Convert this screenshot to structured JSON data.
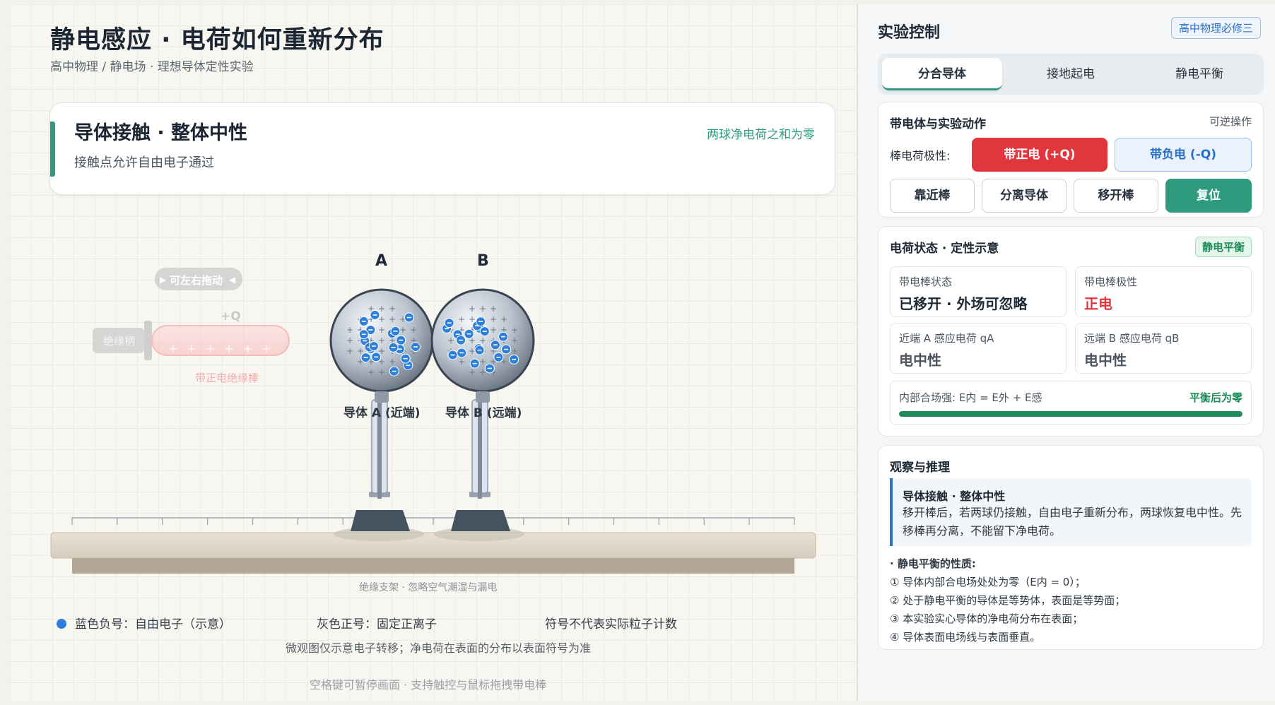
{
  "header": {
    "title": "静电感应 · 电荷如何重新分布",
    "breadcrumb": "高中物理 / 静电场 · 理想导体定性实验"
  },
  "stage": {
    "title": "导体接触 · 整体中性",
    "subtitle": "接触点允许自由电子通过",
    "note": "两球净电荷之和为零"
  },
  "scene": {
    "drag_hint": "可左右拖动",
    "rod_charge": "+Q",
    "handle_label": "绝缘柄",
    "rod_label": "带正电绝缘棒",
    "rod_plus": "+ + + + + +",
    "sphere_a_letter": "A",
    "sphere_b_letter": "B",
    "sphere_a_label": "导体 A (近端)",
    "sphere_b_label": "导体 B (远端)",
    "stand_caption": "绝缘支架 · 忽略空气潮湿与漏电"
  },
  "legend": {
    "electron": "蓝色负号：自由电子（示意）",
    "ion": "灰色正号：固定正离子",
    "note": "符号不代表实际粒子计数",
    "micro_note": "微观图仅示意电子转移；净电荷在表面的分布以表面符号为准"
  },
  "footer_hint": "空格键可暂停画面 · 支持触控与鼠标拖拽带电棒",
  "panel": {
    "title": "实验控制",
    "badge": "高中物理必修三",
    "tabs": [
      "分合导体",
      "接地起电",
      "静电平衡"
    ],
    "actions": {
      "title": "带电体与实验动作",
      "right": "可逆操作",
      "polarity_label": "棒电荷极性:",
      "pos_btn": "带正电 (+Q)",
      "neg_btn": "带负电 (-Q)",
      "near_btn": "靠近棒",
      "separate_btn": "分离导体",
      "remove_btn": "移开棒",
      "reset_btn": "复位"
    },
    "state": {
      "title": "电荷状态 · 定性示意",
      "badge": "静电平衡",
      "rod_state_label": "带电棒状态",
      "rod_state_value": "已移开 · 外场可忽略",
      "rod_polarity_label": "带电棒极性",
      "rod_polarity_value": "正电",
      "qa_label": "近端 A 感应电荷 qA",
      "qa_value": "电中性",
      "qb_label": "远端 B 感应电荷 qB",
      "qb_value": "电中性",
      "field_label": "内部合场强: E内 = E外 + E感",
      "field_note": "平衡后为零",
      "field_progress": 1.0
    },
    "observe": {
      "title": "观察与推理",
      "box_title": "导体接触 · 整体中性",
      "box_text": "移开棒后，若两球仍接触，自由电子重新分布，两球恢复电中性。先移棒再分离，不能留下净电荷。",
      "props_head": "· 静电平衡的性质:",
      "props": [
        "① 导体内部合电场处处为零（E内 = 0）；",
        "② 处于静电平衡的导体是等势体，表面是等势面；",
        "③ 本实验实心导体的净电荷分布在表面；",
        "④ 导体表面电场线与表面垂直。"
      ]
    }
  },
  "colors": {
    "accent_green": "#2e9b7f",
    "electron_blue": "#2d7fd9",
    "positive_red": "#e2363f"
  }
}
